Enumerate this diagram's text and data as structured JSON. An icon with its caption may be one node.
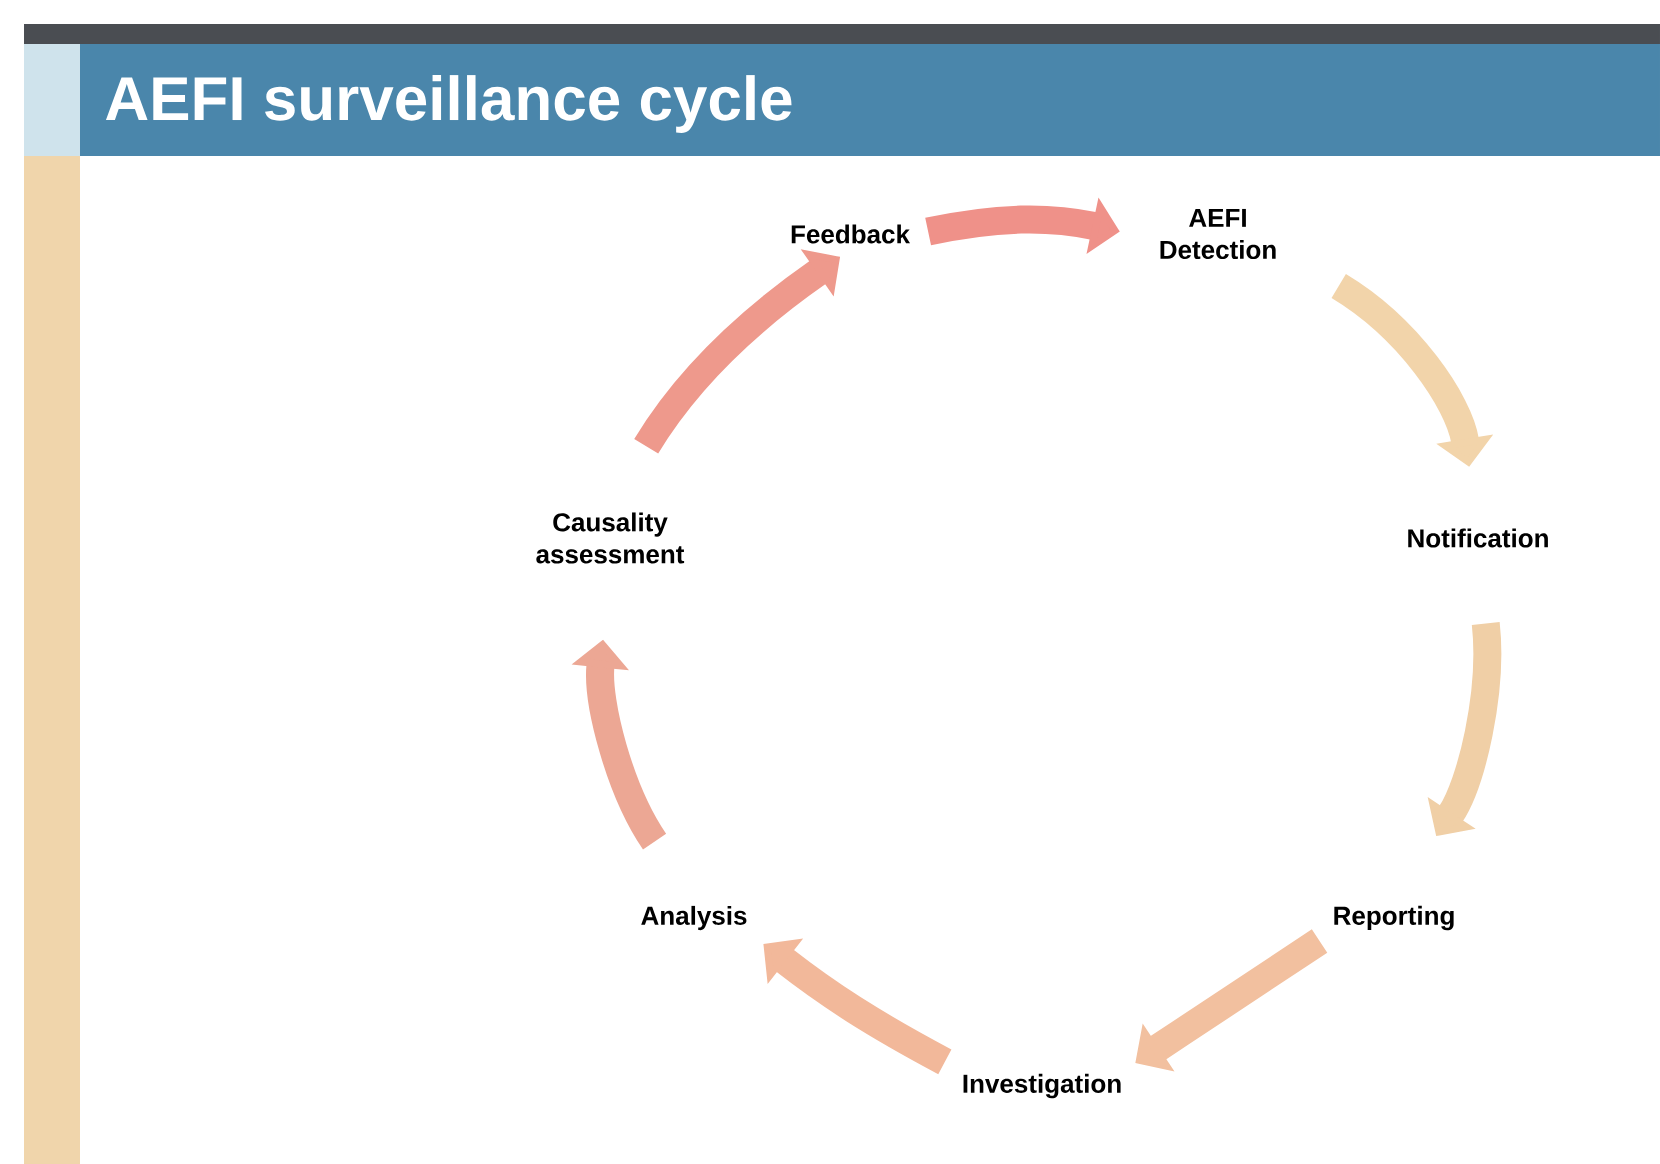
{
  "diagram": {
    "title": "AEFI surveillance cycle",
    "nodes": [
      {
        "text": [
          "AEFI Detection"
        ]
      },
      {
        "text": [
          "Notification"
        ]
      },
      {
        "text": [
          "Reporting"
        ]
      },
      {
        "text": [
          "Investigation"
        ]
      },
      {
        "text": [
          "Analysis"
        ]
      },
      {
        "text": [
          "Causality assessment"
        ]
      },
      {
        "text": [
          "Feedback"
        ]
      }
    ],
    "edges": [
      {
        "from": 6,
        "to": 0,
        "arrow": "to",
        "color": "#ef9189"
      },
      {
        "from": 0,
        "to": 1,
        "arrow": "to",
        "color": "#f2d4aa"
      },
      {
        "from": 1,
        "to": 2,
        "arrow": "to",
        "color": "#f0cfa6"
      },
      {
        "from": 2,
        "to": 3,
        "arrow": "to",
        "color": "#f2c09f"
      },
      {
        "from": 3,
        "to": 4,
        "arrow": "to",
        "color": "#f2b89a"
      },
      {
        "from": 4,
        "to": 5,
        "arrow": "to",
        "color": "#eca794"
      },
      {
        "from": 5,
        "to": 6,
        "arrow": "to",
        "color": "#ee998c"
      }
    ]
  }
}
